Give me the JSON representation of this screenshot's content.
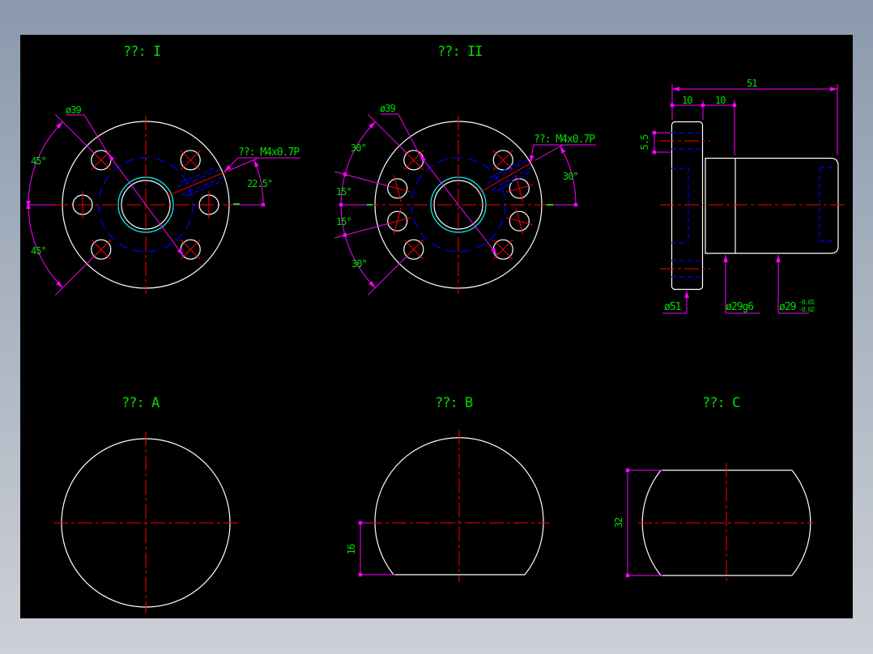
{
  "colors": {
    "bg-top": "#8a99ad",
    "bg-bottom": "#cdd0d6",
    "sheet": "#000000",
    "outline": "#ffffff",
    "centerline": "#ff0000",
    "hidden": "#0000ff",
    "thread": "#00ffff",
    "dimension": "#ff00ff",
    "dimtext": "#00dd00"
  },
  "titles": {
    "view1": "??: I",
    "view2": "??: II",
    "viewA": "??: A",
    "viewB": "??: B",
    "viewC": "??: C"
  },
  "view1": {
    "bolt_circle_dia": "ø39",
    "angle_top": "45°",
    "angle_bottom": "45°",
    "thread_note": "??: M4x0.7P",
    "thread_angle": "22.5°"
  },
  "view2": {
    "bolt_circle_dia": "ø39",
    "angle_1": "30°",
    "angle_2": "15°",
    "angle_3": "15°",
    "angle_4": "30°",
    "thread_note": "??: M4x0.7P",
    "thread_angle": "30°"
  },
  "side": {
    "overall_length": "51",
    "flange_thickness": "10",
    "step_length": "10",
    "hole_dia": "5.5",
    "flange_dia": "ø51",
    "pilot_dia": "ø29g6",
    "body_dia": "ø29",
    "body_tol_upper": "-0.01",
    "body_tol_lower": "-0.02"
  },
  "viewB": {
    "flat_offset": "16"
  },
  "viewC": {
    "across_flats": "32"
  }
}
